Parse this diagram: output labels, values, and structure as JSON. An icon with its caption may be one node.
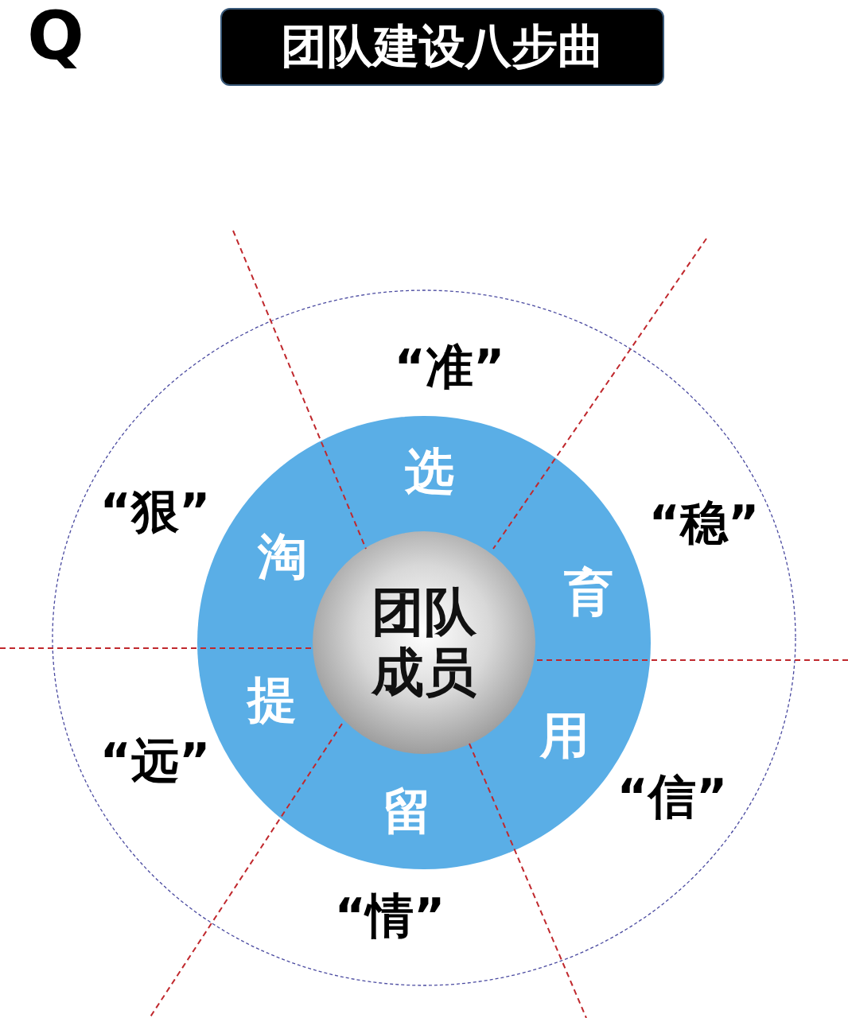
{
  "diagram": {
    "title": "团队建设八步曲",
    "nodes": [
      {
        "text": [
          "选",
          "育",
          "用",
          "留",
          "提",
          "淘"
        ]
      },
      {
        "text": [
          "团队成员"
        ],
        "in": 0
      }
    ],
    "labels": [
      "Q",
      "“准”",
      "“狠”",
      "“稳”",
      "“远”",
      "“信”",
      "“情”"
    ]
  }
}
